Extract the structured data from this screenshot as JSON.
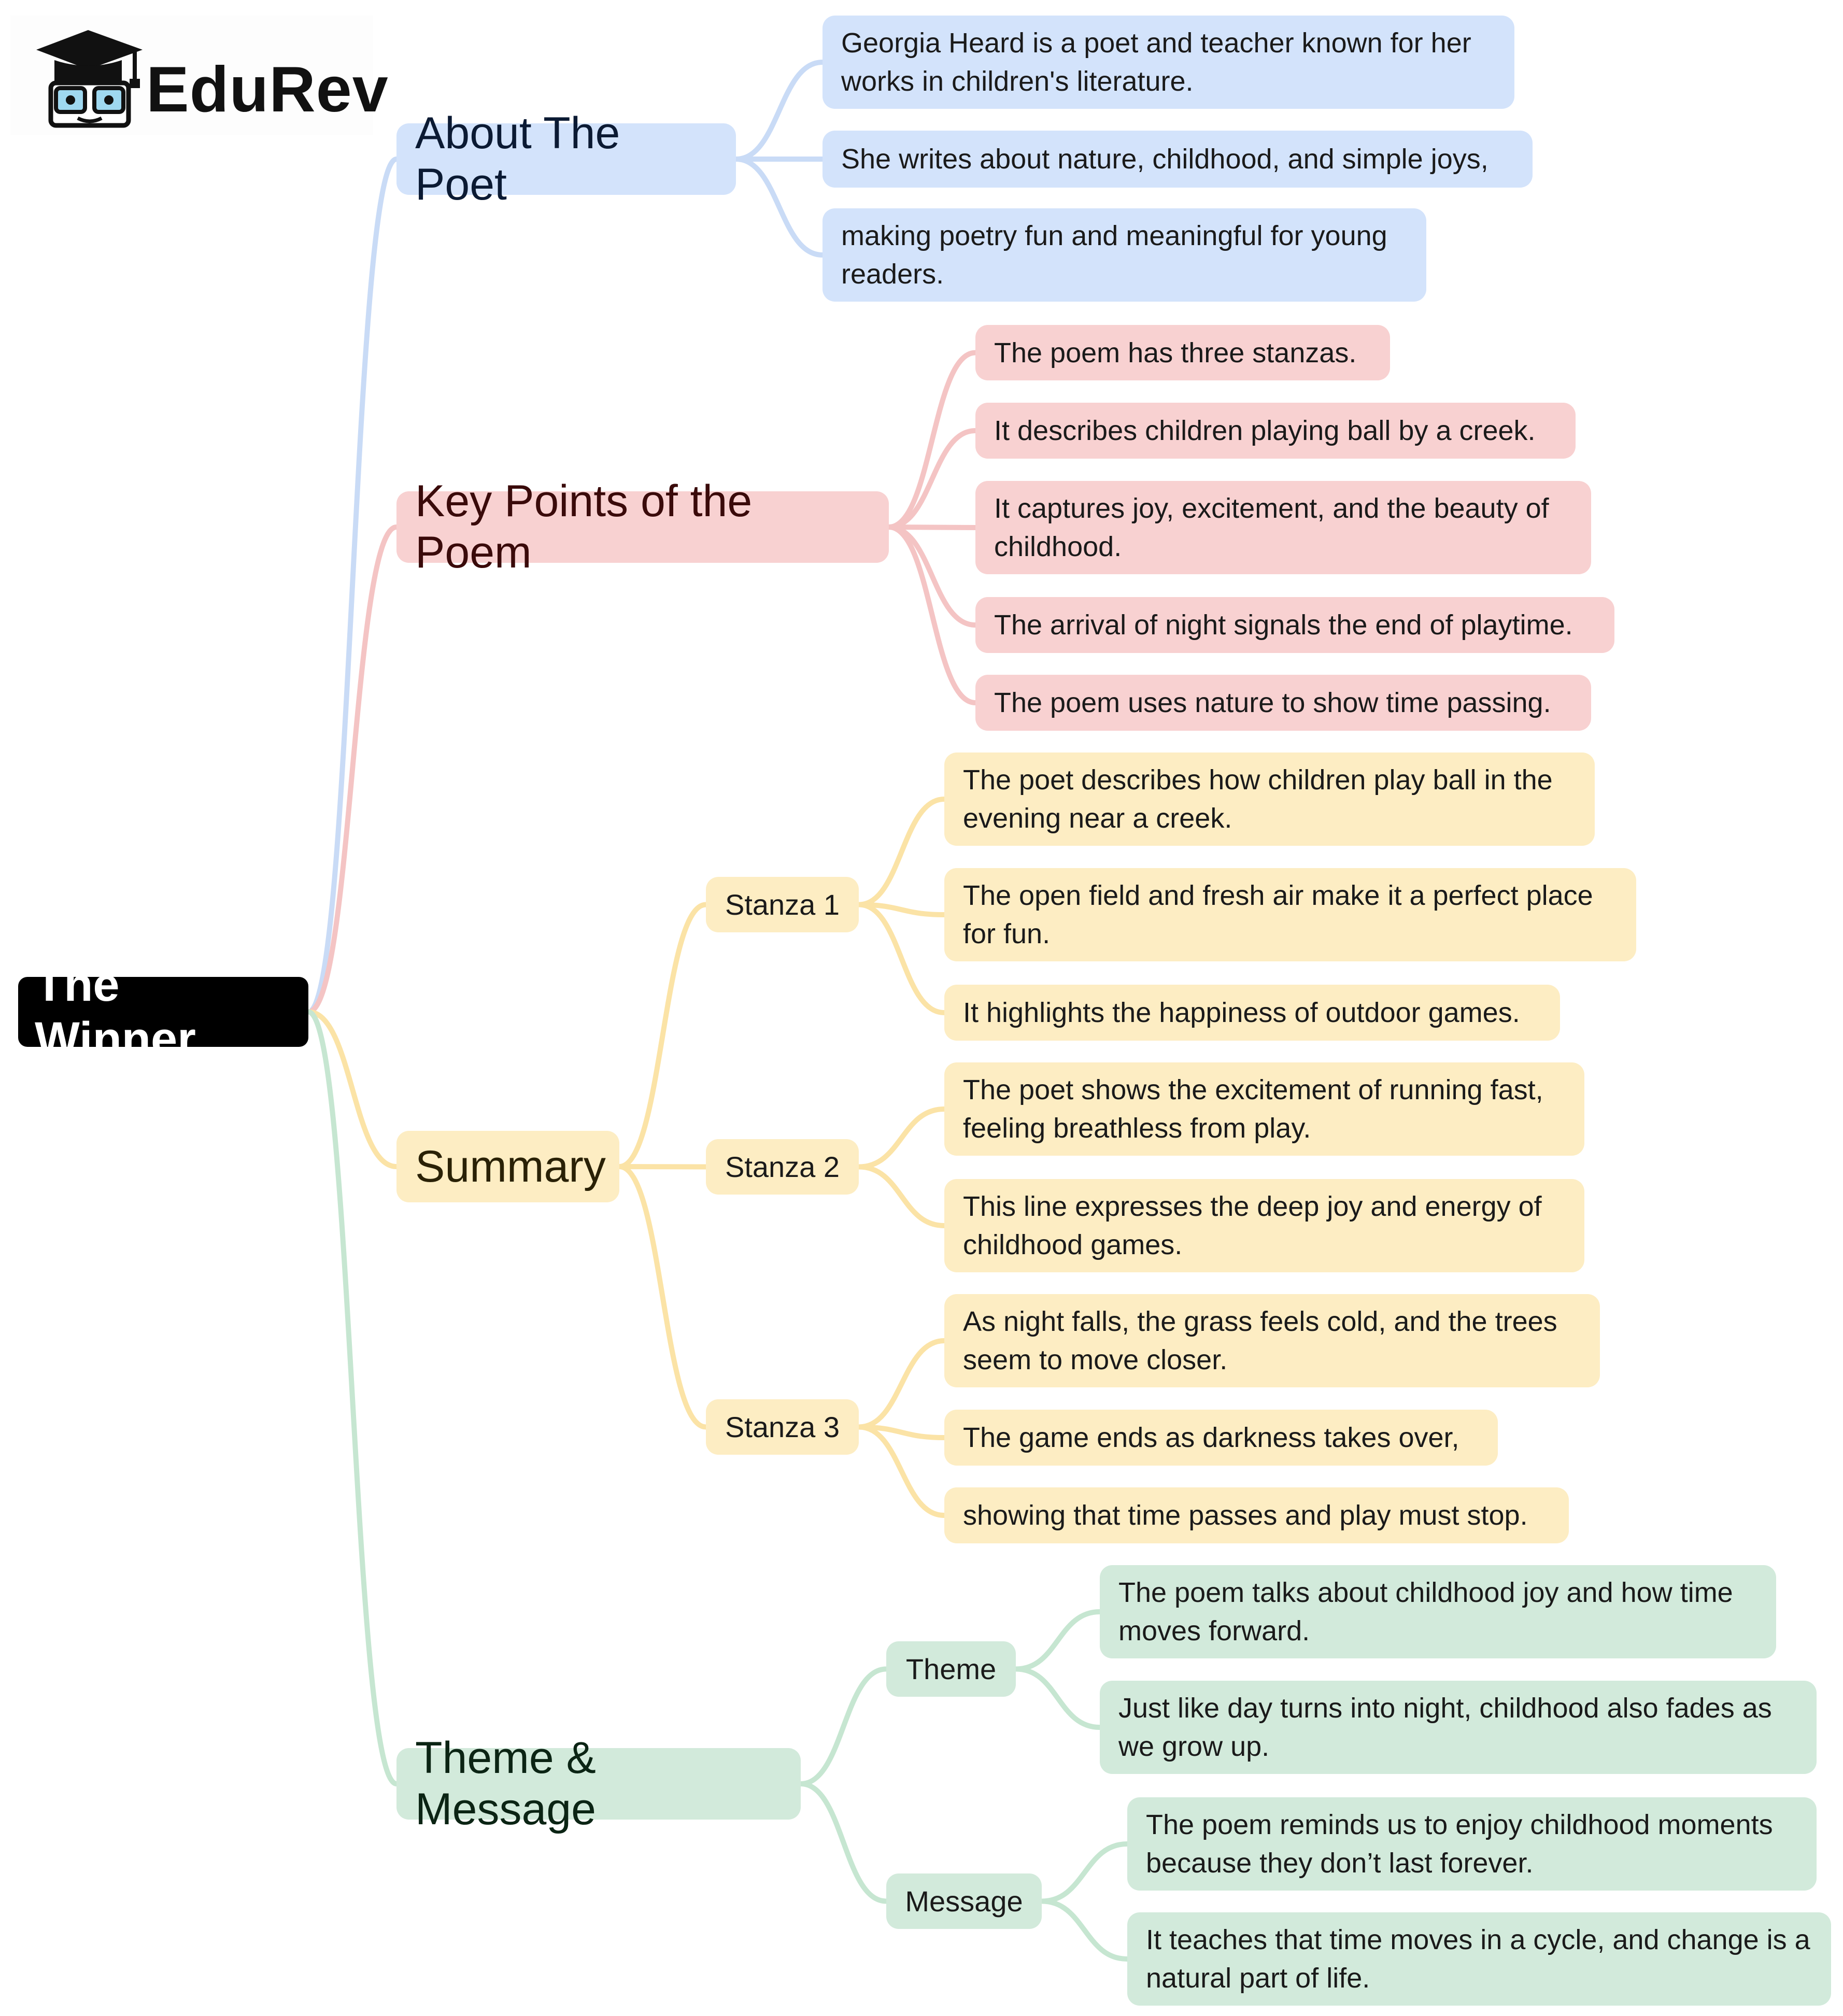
{
  "logo": {
    "text": "EduRev"
  },
  "colors": {
    "blue": "#d3e3fb",
    "red": "#f8d1d1",
    "yellow": "#fdedc3",
    "green": "#d2eadb",
    "line_blue": "#c9dbf6",
    "line_red": "#f4c4c4",
    "line_yellow": "#fbe3a6",
    "line_green": "#c6e6d1"
  },
  "root": {
    "label": "The Winner"
  },
  "branches": [
    {
      "label": "About The Poet",
      "color": "blue",
      "points": [
        "Georgia Heard is a poet and teacher known for her works in children's literature.",
        "She writes about nature, childhood, and simple joys,",
        "making poetry fun and meaningful for young readers."
      ]
    },
    {
      "label": "Key Points of the Poem",
      "color": "red",
      "points": [
        "The poem has three stanzas.",
        "It describes children playing ball by a creek.",
        "It captures joy, excitement, and the beauty of childhood.",
        "The arrival of night signals the end of playtime.",
        "The poem uses nature to show time passing."
      ]
    },
    {
      "label": "Summary",
      "color": "yellow",
      "groups": [
        {
          "label": "Stanza 1",
          "points": [
            "The poet describes how children play ball in the evening near a creek.",
            "The open field and fresh air make it a perfect place for fun.",
            "It highlights the happiness of outdoor games."
          ]
        },
        {
          "label": "Stanza 2",
          "points": [
            "The poet shows the excitement of running fast, feeling breathless from play.",
            "This line expresses the deep joy and energy of childhood games."
          ]
        },
        {
          "label": "Stanza 3",
          "points": [
            "As night falls, the grass feels cold, and the trees seem to move closer.",
            "The game ends as darkness takes over,",
            "showing that time passes and play must stop."
          ]
        }
      ]
    },
    {
      "label": "Theme & Message",
      "color": "green",
      "groups": [
        {
          "label": "Theme",
          "points": [
            "The poem talks about childhood joy and how time moves forward.",
            "Just like day turns into night, childhood also fades as we grow up."
          ]
        },
        {
          "label": "Message",
          "points": [
            "The poem reminds us to enjoy childhood moments because they don’t last forever.",
            "It teaches that time moves in a cycle, and change is a natural part of life."
          ]
        }
      ]
    }
  ]
}
